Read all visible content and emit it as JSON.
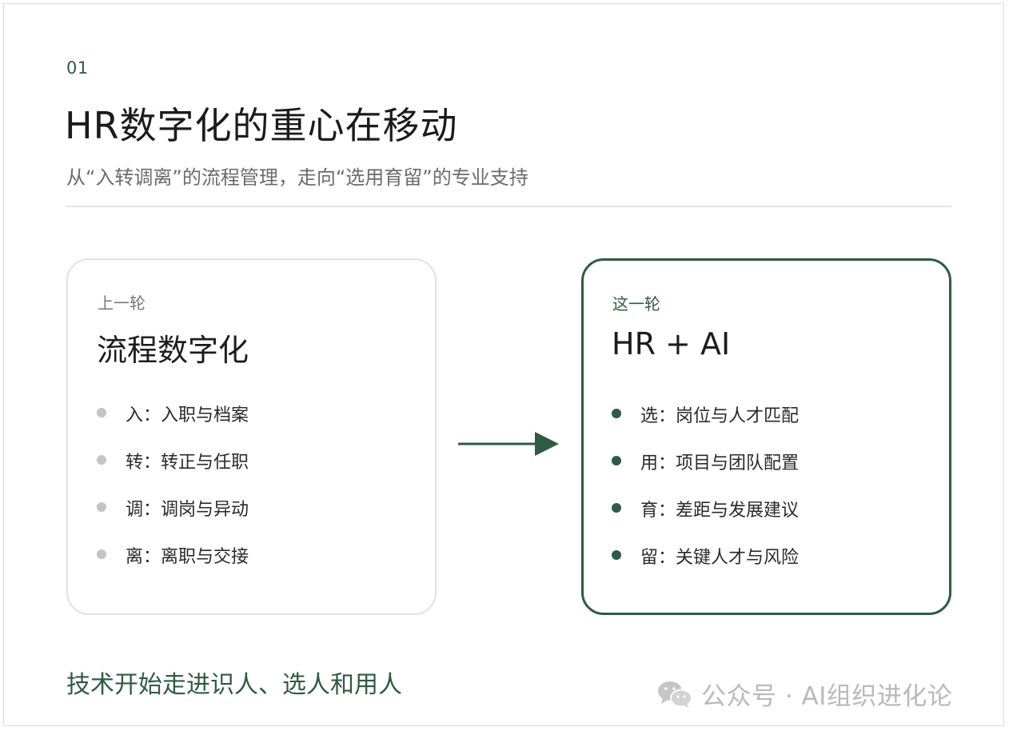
{
  "header": {
    "section_number": "01",
    "title": "HR数字化的重心在移动",
    "subtitle": "从“入转调离”的流程管理，走向“选用育留”的专业支持"
  },
  "left_card": {
    "label": "上一轮",
    "title": "流程数字化",
    "items": [
      "入：入职与档案",
      "转：转正与任职",
      "调：调岗与异动",
      "离：离职与交接"
    ]
  },
  "right_card": {
    "label": "这一轮",
    "title": "HR + AI",
    "items": [
      "选：岗位与人才匹配",
      "用：项目与团队配置",
      "育：差距与发展建议",
      "留：关键人才与风险"
    ]
  },
  "footer": {
    "text": "技术开始走进识人、选人和用人"
  },
  "watermark": {
    "text": "公众号 · AI组织进化论",
    "icon": "wechat-icon"
  },
  "colors": {
    "accent": "#2f5a43",
    "muted_dot": "#c4c4c4",
    "border_light": "#e2e2e2",
    "subtitle": "#6b6b6b"
  }
}
